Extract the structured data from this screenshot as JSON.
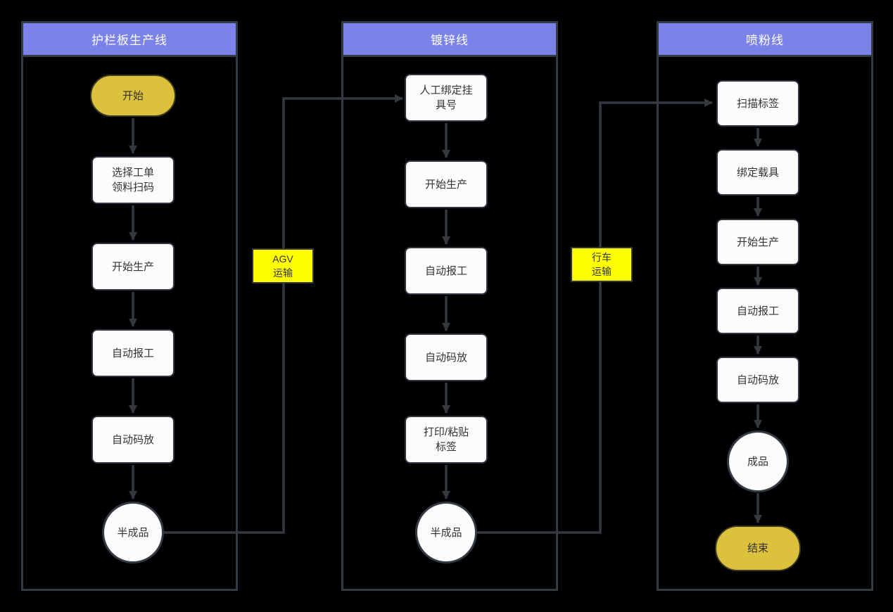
{
  "lanes": [
    {
      "title": "护栏板生产线",
      "nodes": [
        {
          "type": "start",
          "label": "开始"
        },
        {
          "type": "process",
          "label": "选择工单\n领料扫码"
        },
        {
          "type": "process",
          "label": "开始生产"
        },
        {
          "type": "process",
          "label": "自动报工"
        },
        {
          "type": "process",
          "label": "自动码放"
        },
        {
          "type": "circle",
          "label": "半成品"
        }
      ]
    },
    {
      "title": "镀锌线",
      "nodes": [
        {
          "type": "process",
          "label": "人工绑定挂\n具号"
        },
        {
          "type": "process",
          "label": "开始生产"
        },
        {
          "type": "process",
          "label": "自动报工"
        },
        {
          "type": "process",
          "label": "自动码放"
        },
        {
          "type": "process",
          "label": "打印/粘贴\n标签"
        },
        {
          "type": "circle",
          "label": "半成品"
        }
      ]
    },
    {
      "title": "喷粉线",
      "nodes": [
        {
          "type": "process",
          "label": "扫描标签"
        },
        {
          "type": "process",
          "label": "绑定载具"
        },
        {
          "type": "process",
          "label": "开始生产"
        },
        {
          "type": "process",
          "label": "自动报工"
        },
        {
          "type": "process",
          "label": "自动码放"
        },
        {
          "type": "circle",
          "label": "成品"
        },
        {
          "type": "end",
          "label": "结束"
        }
      ]
    }
  ],
  "transport_labels": [
    {
      "label": "AGV\n运输"
    },
    {
      "label": "行车\n运输"
    }
  ],
  "colors": {
    "background": "#000000",
    "lane_header_bg": "#7b83e8",
    "lane_header_text": "#ffffff",
    "lane_border": "#333b46",
    "node_fill": "#fcfcfc",
    "node_border": "#2f3640",
    "node_text": "#333333",
    "start_end_fill": "#dcc23c",
    "transport_label_bg": "#ffff00",
    "edge_color": "#343940"
  }
}
